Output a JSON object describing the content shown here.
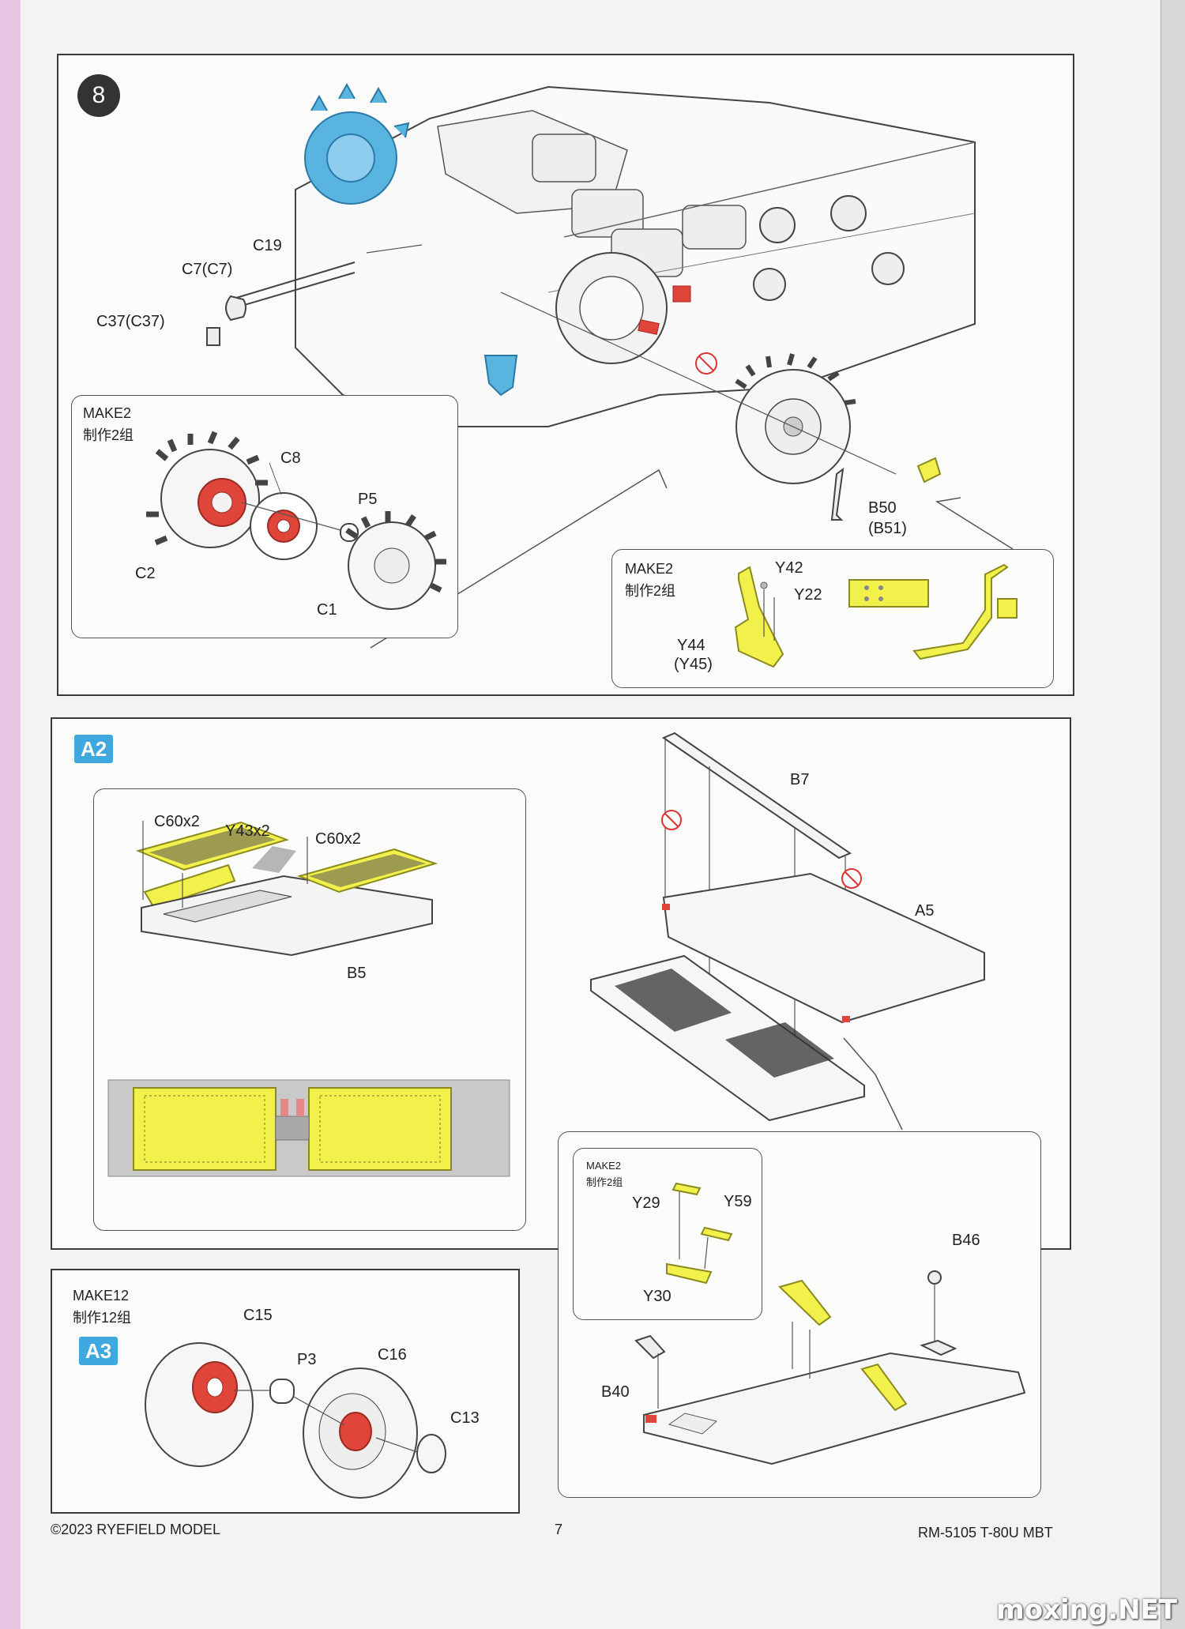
{
  "step8": {
    "number": "8",
    "labels": {
      "c19": "C19",
      "c7": "C7(C7)",
      "c37": "C37(C37)",
      "b50": "B50",
      "b51": "(B51)"
    },
    "inset_sprocket": {
      "make": "MAKE2",
      "make_cn": "制作2组",
      "c8": "C8",
      "p5": "P5",
      "c2": "C2",
      "c1": "C1"
    },
    "inset_bracket": {
      "make": "MAKE2",
      "make_cn": "制作2组",
      "y42": "Y42",
      "y22": "Y22",
      "y44": "Y44",
      "y45": "(Y45)"
    }
  },
  "stepA2": {
    "tag": "A2",
    "inset_grille": {
      "c60a": "C60x2",
      "y43": "Y43x2",
      "c60b": "C60x2",
      "b5": "B5"
    },
    "b7": "B7",
    "a5": "A5",
    "inset_small": {
      "make": "MAKE2",
      "make_cn": "制作2组",
      "y29": "Y29",
      "y59": "Y59",
      "y30": "Y30"
    },
    "b46": "B46",
    "b40": "B40"
  },
  "stepA3": {
    "tag": "A3",
    "make": "MAKE12",
    "make_cn": "制作12组",
    "c15": "C15",
    "p3": "P3",
    "c16": "C16",
    "c13": "C13"
  },
  "footer": {
    "copyright": "©2023 RYEFIELD MODEL",
    "page": "7",
    "product": "RM-5105 T-80U MBT"
  },
  "watermark": "moxing.NET",
  "colors": {
    "highlight_blue": "#5ab4e0",
    "highlight_red": "#e0453a",
    "highlight_yellow": "#f2f04a",
    "tag_blue": "#3fa9df"
  }
}
